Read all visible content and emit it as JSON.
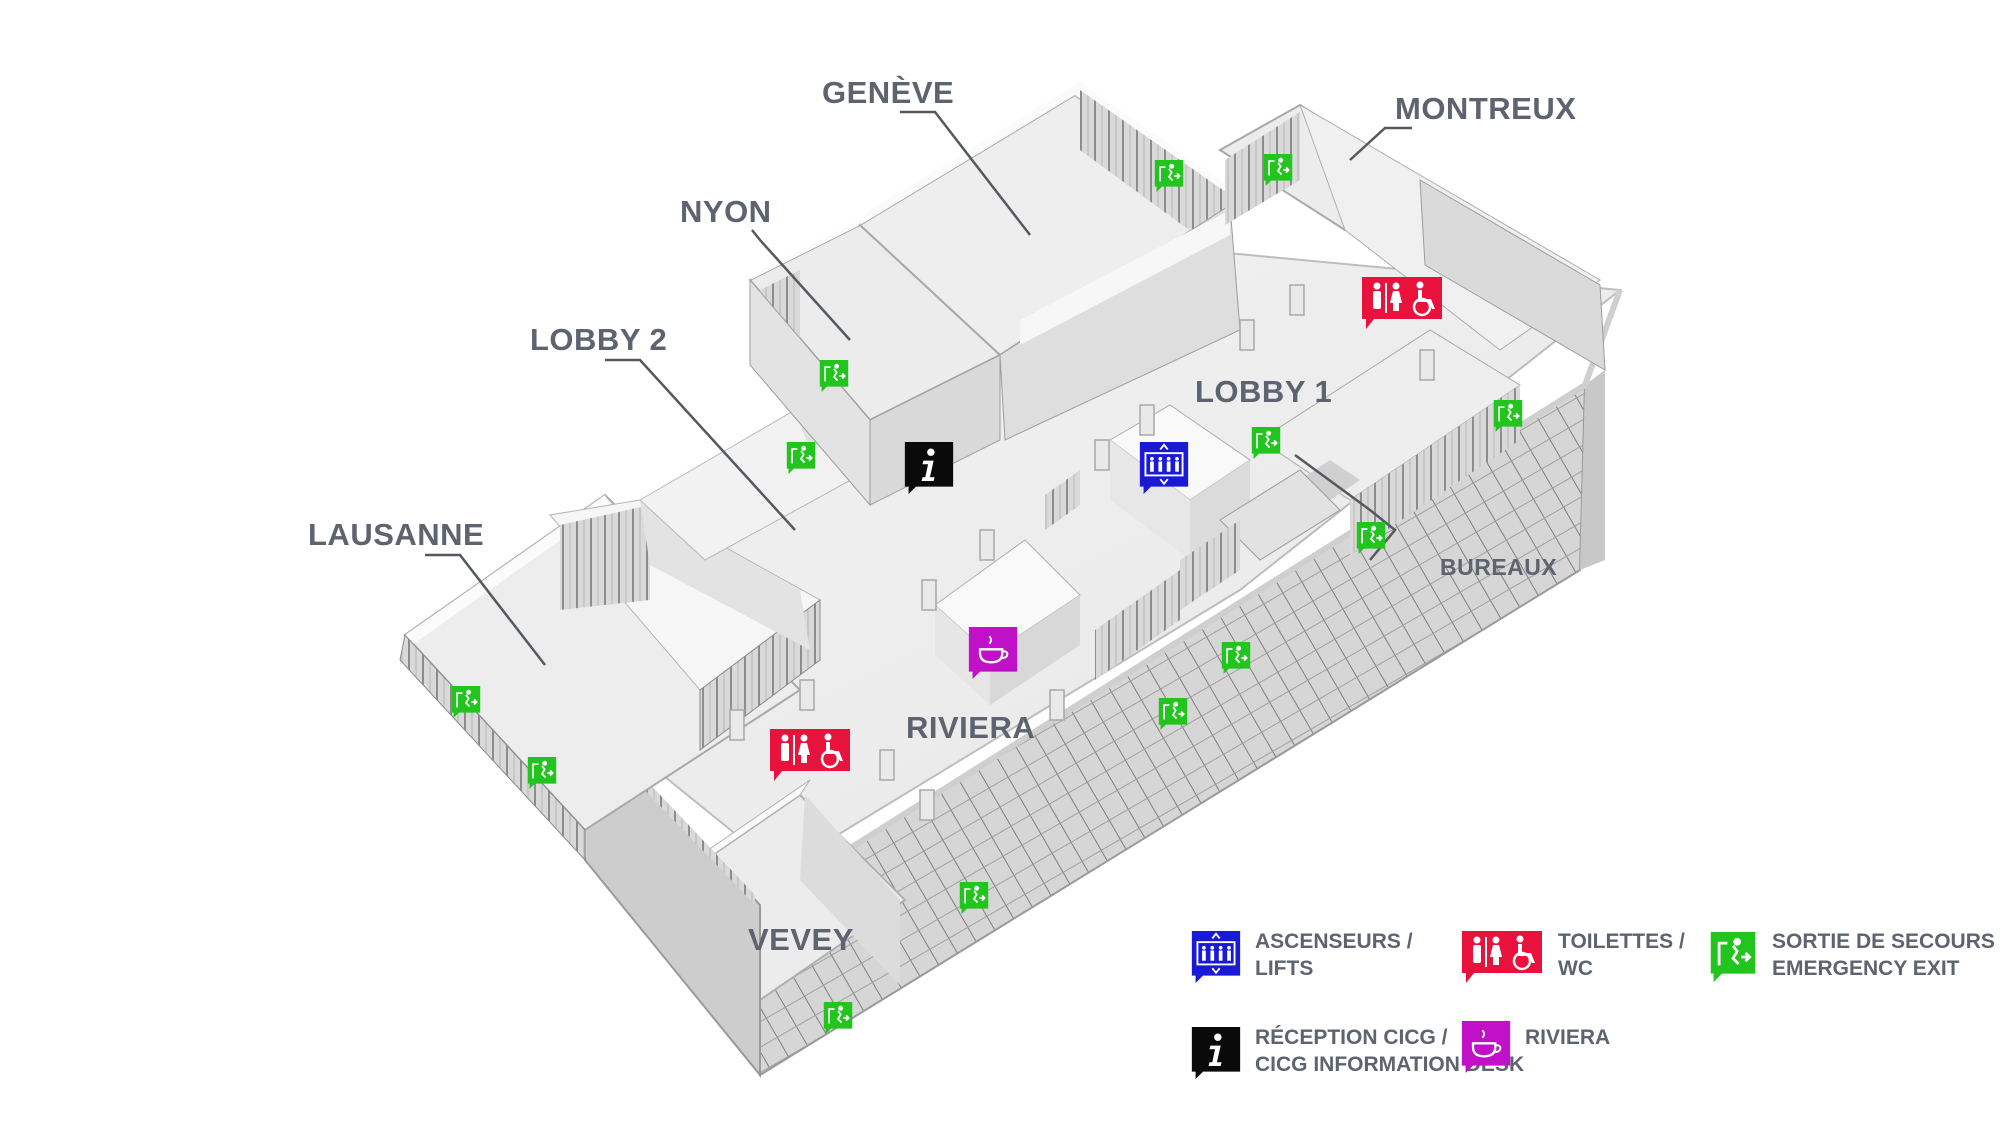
{
  "rooms": {
    "geneve": "GENÈVE",
    "montreux": "MONTREUX",
    "nyon": "NYON",
    "lobby2": "LOBBY 2",
    "lobby1": "LOBBY 1",
    "lausanne": "LAUSANNE",
    "riviera": "RIVIERA",
    "bureaux": "BUREAUX",
    "vevey": "VEVEY"
  },
  "legend": {
    "lifts_line1": "ASCENSEURS /",
    "lifts_line2": "LIFTS",
    "toilets_line1": "TOILETTES /",
    "toilets_line2": "WC",
    "exit_line1": "SORTIE DE SECOURS /",
    "exit_line2": "EMERGENCY EXIT",
    "reception_line1": "RÉCEPTION CICG /",
    "reception_line2": "CICG INFORMATION DESK",
    "riviera": "RIVIERA"
  },
  "colors": {
    "lifts": "#1a1ad6",
    "toilets": "#e8123c",
    "exit": "#22c41e",
    "reception": "#0a0a0a",
    "cafe": "#c010c8",
    "label": "#5d6470"
  },
  "icons": {
    "lifts": "lifts-icon",
    "toilets": "toilets-icon",
    "exit": "emergency-exit-icon",
    "reception": "information-icon",
    "cafe": "coffee-cup-icon"
  }
}
